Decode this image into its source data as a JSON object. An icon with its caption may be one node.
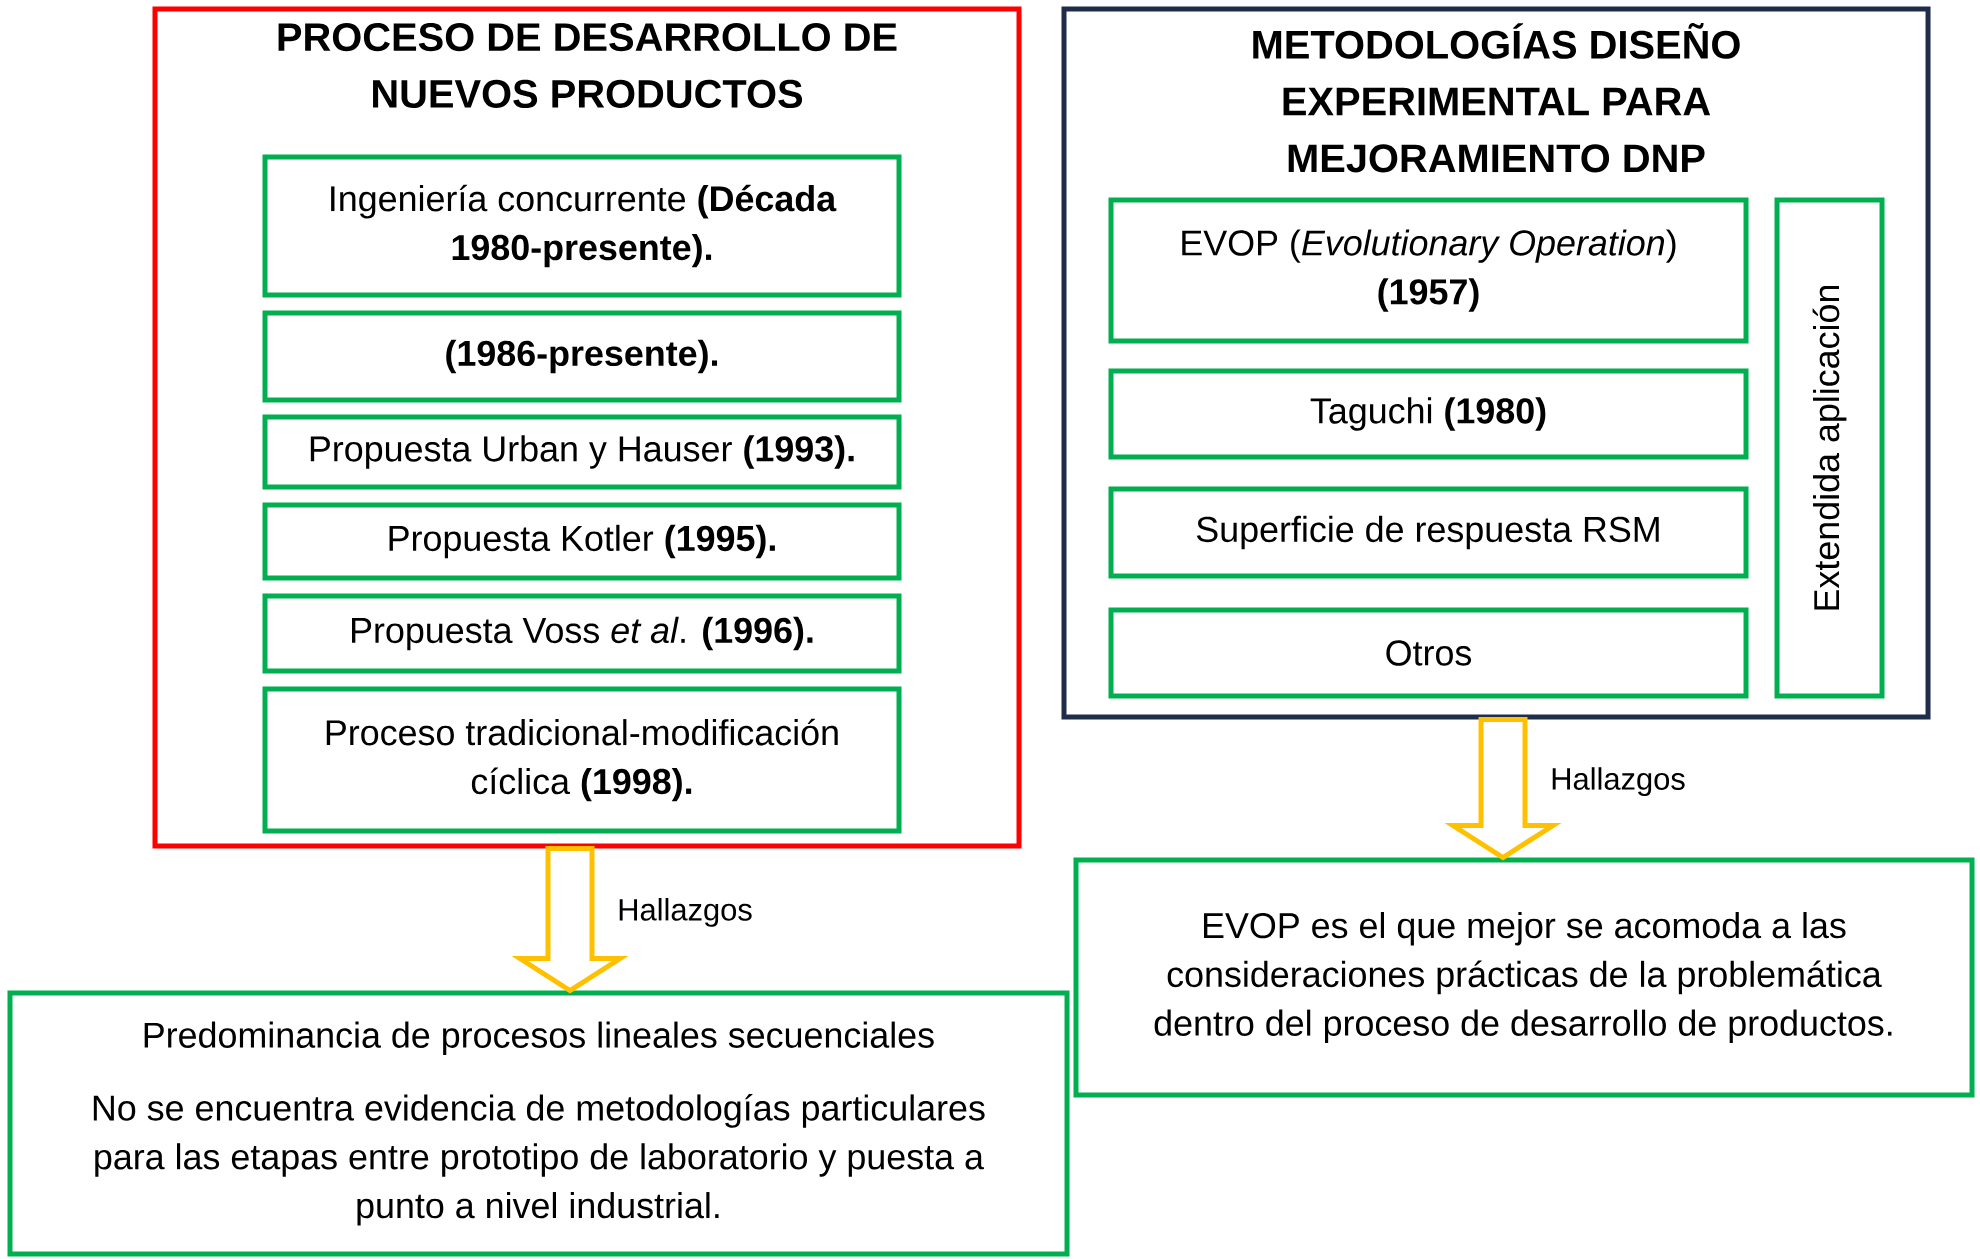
{
  "diagram": {
    "nodes": [
      {
        "text": [
          "PROCESO DE DESARROLLO DE NUEVOS PRODUCTOS"
        ]
      },
      {
        "text": [
          "Ingeniería concurrente **(Década 1980-presente).**"
        ],
        "in": 0
      },
      {
        "text": [
          "**(1986-presente).**"
        ],
        "in": 0
      },
      {
        "text": [
          "Propuesta Urban y Hauser **(1993).**"
        ],
        "in": 0
      },
      {
        "text": [
          "Propuesta Kotler **(1995).**"
        ],
        "in": 0
      },
      {
        "text": [
          "Propuesta Voss *et al*. **(1996).**"
        ],
        "in": 0
      },
      {
        "text": [
          "Proceso tradicional-modificación cíclica **(1998).**"
        ],
        "in": 0
      },
      {
        "text": [
          "Predominancia de procesos lineales secuenciales",
          "No se encuentra evidencia de metodologías particulares para las etapas entre prototipo de laboratorio y puesta a punto a nivel industrial."
        ]
      },
      {
        "text": [
          "METODOLOGÍAS DISEÑO EXPERIMENTAL PARA MEJORAMIENTO DNP"
        ]
      },
      {
        "text": [
          "EVOP (*Evolutionary Operation*) **(1957)**"
        ],
        "in": 8
      },
      {
        "text": [
          "Taguchi **(1980)**"
        ],
        "in": 8
      },
      {
        "text": [
          "Superficie de respuesta RSM"
        ],
        "in": 8
      },
      {
        "text": [
          "Otros"
        ],
        "in": 8
      },
      {
        "text": [
          "Extendida aplicación"
        ],
        "in": 8
      },
      {
        "text": [
          "EVOP es el que mejor se acomoda a las consideraciones prácticas de la problemática dentro del proceso de desarrollo de productos."
        ]
      }
    ],
    "edges": [
      {
        "from": 0,
        "to": 7,
        "arrow": "to",
        "label": "Hallazgos"
      },
      {
        "from": 8,
        "to": 14,
        "arrow": "to",
        "label": "Hallazgos"
      }
    ]
  }
}
